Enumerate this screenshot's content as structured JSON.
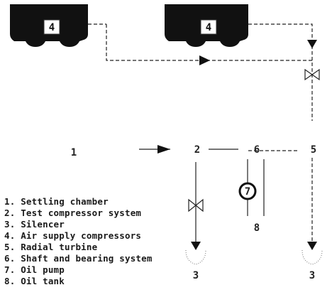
{
  "diagram": {
    "compressor_labels": [
      "4",
      "4"
    ],
    "nodes": {
      "inlet": "1",
      "test_compressor": "2",
      "shaft": "6",
      "turbine": "5",
      "oil_pump": "7",
      "oil_tank": "8",
      "silencer_left": "3",
      "silencer_right": "3"
    }
  },
  "legend": [
    {
      "num": "1.",
      "text": "Settling chamber"
    },
    {
      "num": "2.",
      "text": "Test compressor system"
    },
    {
      "num": "3.",
      "text": "Silencer"
    },
    {
      "num": "4.",
      "text": "Air supply compressors"
    },
    {
      "num": "5.",
      "text": "Radial turbine"
    },
    {
      "num": "6.",
      "text": "Shaft and bearing system"
    },
    {
      "num": "7.",
      "text": "Oil pump"
    },
    {
      "num": "8.",
      "text": "Oil tank"
    }
  ]
}
